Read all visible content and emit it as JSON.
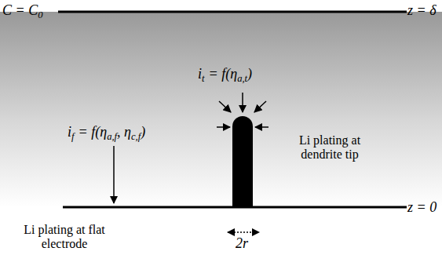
{
  "diagram": {
    "labels": [
      "C = C",
      "0",
      "z = δ",
      "z = 0",
      "i",
      "t",
      "= f(η",
      "a,t",
      ")",
      "i",
      "f",
      "= f(η",
      "a,f",
      ", η",
      "c,f",
      ")",
      "Li plating at dendrite tip",
      "Li plating at flat electrode",
      "2r"
    ]
  }
}
